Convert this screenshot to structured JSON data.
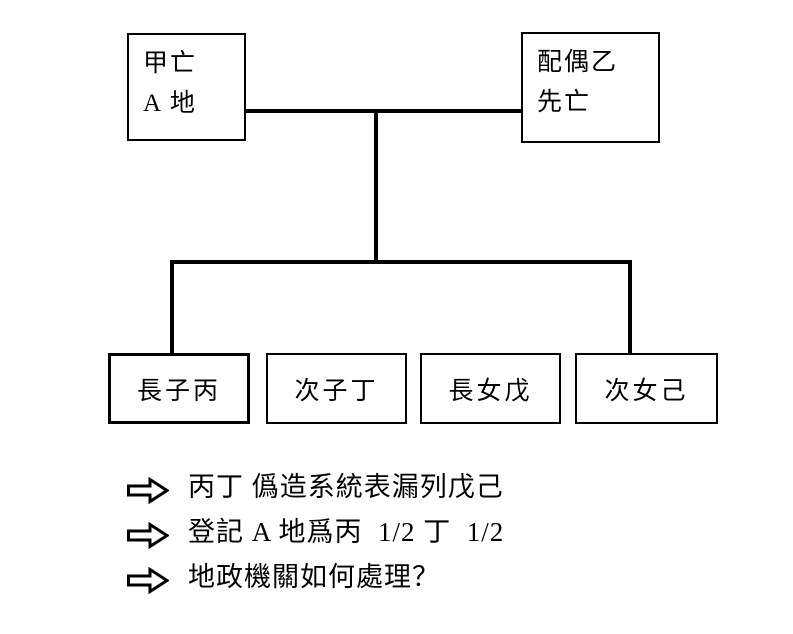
{
  "colors": {
    "ink": "#000000",
    "background": "#ffffff"
  },
  "diagram": {
    "parents": [
      {
        "role": "decedent",
        "lines": [
          "甲亡",
          "A 地"
        ]
      },
      {
        "role": "spouse",
        "lines": [
          "配偶乙",
          "先亡"
        ]
      }
    ],
    "children": [
      {
        "label": "長子丙",
        "emphasized": true
      },
      {
        "label": "次子丁",
        "emphasized": false
      },
      {
        "label": "長女戊",
        "emphasized": false
      },
      {
        "label": "次女己",
        "emphasized": false
      }
    ]
  },
  "notes": [
    {
      "text": "丙丁 僞造系統表漏列戊己"
    },
    {
      "text": "登記 A 地爲丙  1/2 丁  1/2"
    },
    {
      "text": "地政機關如何處理？"
    }
  ],
  "icons": {
    "bullet_arrow": "rightwards-white-arrow"
  }
}
